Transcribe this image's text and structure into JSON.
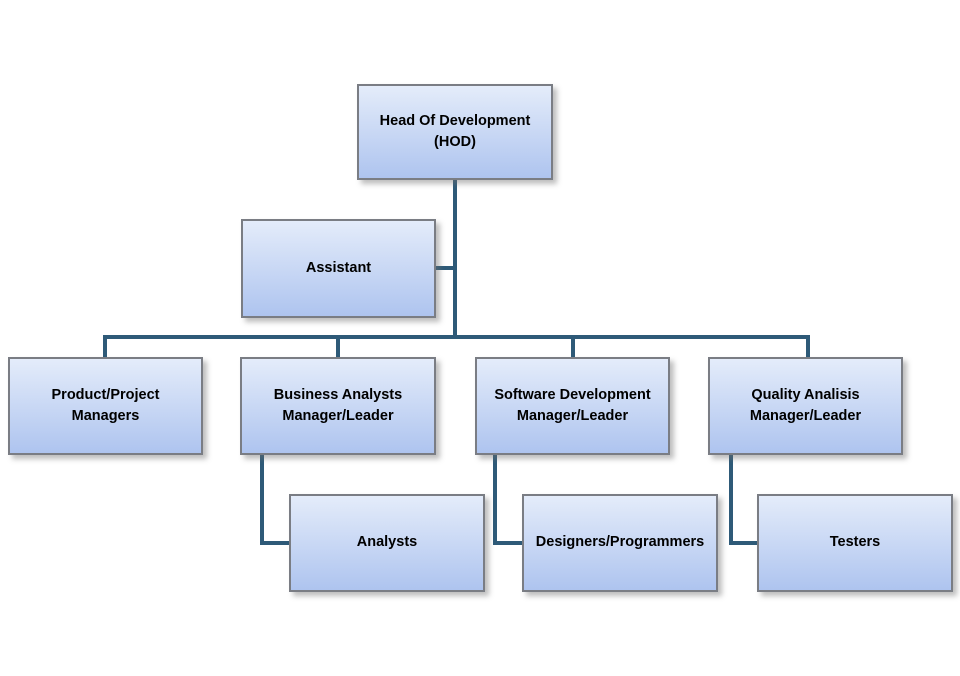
{
  "diagram": {
    "type": "org-chart",
    "colors": {
      "background": "#ffffff",
      "box_gradient_top": "#e4ecfa",
      "box_gradient_bottom": "#aec4ef",
      "box_border": "#7a7d84",
      "connector": "#2e5a78",
      "text": "#000000"
    },
    "nodes": {
      "hod": {
        "label": "Head Of Development\n(HOD)"
      },
      "assistant": {
        "label": "Assistant"
      },
      "product_project": {
        "label": "Product/Project\nManagers"
      },
      "business_analysts": {
        "label": "Business Analysts\nManager/Leader"
      },
      "software_dev": {
        "label": "Software Development\nManager/Leader"
      },
      "quality": {
        "label": "Quality Analisis\nManager/Leader"
      },
      "analysts": {
        "label": "Analysts"
      },
      "designers_programmers": {
        "label": "Designers/Programmers"
      },
      "testers": {
        "label": "Testers"
      }
    },
    "edges": [
      {
        "from": "hod",
        "to": "assistant"
      },
      {
        "from": "hod",
        "to": "product_project"
      },
      {
        "from": "hod",
        "to": "business_analysts"
      },
      {
        "from": "hod",
        "to": "software_dev"
      },
      {
        "from": "hod",
        "to": "quality"
      },
      {
        "from": "business_analysts",
        "to": "analysts"
      },
      {
        "from": "software_dev",
        "to": "designers_programmers"
      },
      {
        "from": "quality",
        "to": "testers"
      }
    ]
  }
}
